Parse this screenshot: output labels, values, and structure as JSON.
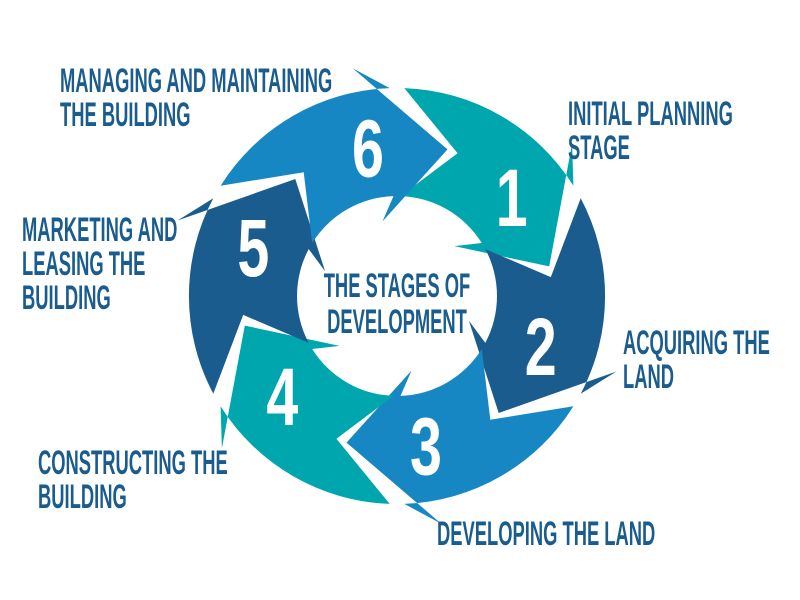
{
  "diagram_type": "cycle",
  "title": {
    "line1": "THE STAGES OF",
    "line2": "DEVELOPMENT"
  },
  "colors": {
    "teal": "#00a6ae",
    "blue": "#1787c3",
    "navy": "#1b5c8e",
    "label_text": "#1a5c8e",
    "number_text": "#ffffff",
    "background": "#ffffff"
  },
  "stages": [
    {
      "number": "1",
      "label": "INITIAL PLANNING STAGE",
      "label_lines": [
        "INITIAL PLANNING",
        "STAGE"
      ],
      "color_key": "teal",
      "angle_deg": -45
    },
    {
      "number": "2",
      "label": "ACQUIRING THE LAND",
      "label_lines": [
        "ACQUIRING THE",
        "LAND"
      ],
      "color_key": "navy",
      "angle_deg": 15
    },
    {
      "number": "3",
      "label": "DEVELOPING THE LAND",
      "label_lines": [
        "DEVELOPING THE LAND"
      ],
      "color_key": "blue",
      "angle_deg": 75
    },
    {
      "number": "4",
      "label": "CONSTRUCTING THE BUILDING",
      "label_lines": [
        "CONSTRUCTING THE",
        "BUILDING"
      ],
      "color_key": "teal",
      "angle_deg": 135
    },
    {
      "number": "5",
      "label": "MARKETING AND LEASING THE BUILDING",
      "label_lines": [
        "MARKETING AND",
        "LEASING THE",
        "BUILDING"
      ],
      "color_key": "navy",
      "angle_deg": 195
    },
    {
      "number": "6",
      "label": "MANAGING AND MAINTAINING THE BUILDING",
      "label_lines": [
        "MANAGING AND MAINTAINING",
        "THE BUILDING"
      ],
      "color_key": "blue",
      "angle_deg": 255
    }
  ]
}
